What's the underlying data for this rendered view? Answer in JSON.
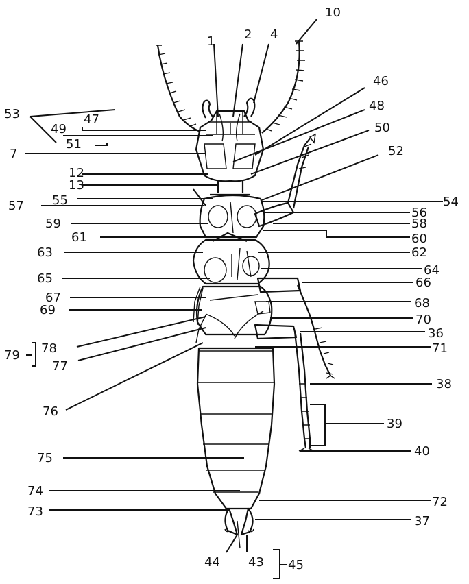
{
  "labels": {
    "l1": "1",
    "l2": "2",
    "l4": "4",
    "l10": "10",
    "l46": "46",
    "l48": "48",
    "l50": "50",
    "l52": "52",
    "l53": "53",
    "l47": "47",
    "l49": "49",
    "l51": "51",
    "l7": "7",
    "l12": "12",
    "l13": "13",
    "l55": "55",
    "l57": "57",
    "l59": "59",
    "l61": "61",
    "l54": "54",
    "l56": "56",
    "l58": "58",
    "l60": "60",
    "l62": "62",
    "l63": "63",
    "l64": "64",
    "l65": "65",
    "l66": "66",
    "l67": "67",
    "l68": "68",
    "l69": "69",
    "l70": "70",
    "l36": "36",
    "l78": "78",
    "l79": "79",
    "l77": "77",
    "l71": "71",
    "l76": "76",
    "l38": "38",
    "l39": "39",
    "l40": "40",
    "l75": "75",
    "l74": "74",
    "l72": "72",
    "l73": "73",
    "l37": "37",
    "l44": "44",
    "l43": "43",
    "l45": "45"
  }
}
